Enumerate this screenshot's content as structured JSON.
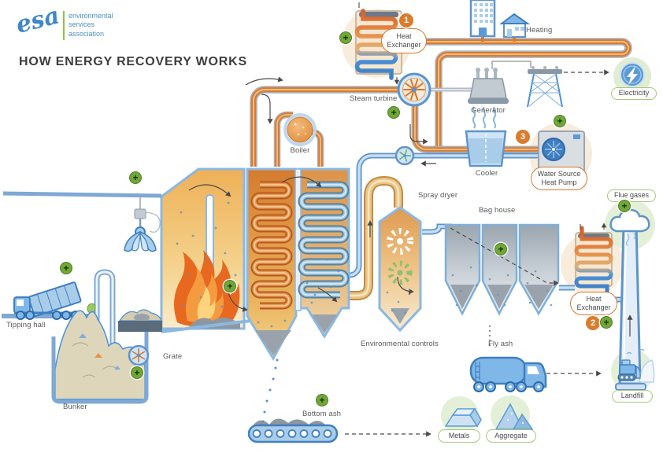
{
  "logo": {
    "brand": "esa",
    "org": "environmental\nservices\nassociation"
  },
  "title": "HOW ENERGY RECOVERY WORKS",
  "colors": {
    "accent_orange": "#d9782e",
    "accent_blue": "#4a90d9",
    "accent_green": "#6fa837",
    "pill_green_border": "#a5c97a",
    "pill_orange_border": "#d9782e",
    "beige_highlight": "#f8ecdc",
    "green_highlight": "#e4efd8",
    "label_text": "#58595b"
  },
  "icons": {
    "plus": "+",
    "lightning": "lightning-bolt",
    "cloud": "flue-gas-cloud"
  },
  "steps": {
    "one": "1",
    "two": "2",
    "three": "3"
  },
  "labels": {
    "heating": "Heating",
    "steam_turbine": "Steam turbine",
    "generator": "Generator",
    "electricity": "Electricity",
    "boiler": "Boiler",
    "cooler": "Cooler",
    "water_source_heat_pump": "Water Source\nHeat Pump",
    "heat_exchanger": "Heat\nExchanger",
    "spray_dryer": "Spray dryer",
    "bag_house": "Bag house",
    "flue_gases": "Flue gases",
    "environmental_controls": "Environmental controls",
    "fly_ash": "Fly ash",
    "tipping_hall": "Tipping hall",
    "grate": "Grate",
    "bunker": "Bunker",
    "bottom_ash": "Bottom ash",
    "metals": "Metals",
    "aggregate": "Aggregate",
    "landfill": "Landfill"
  }
}
